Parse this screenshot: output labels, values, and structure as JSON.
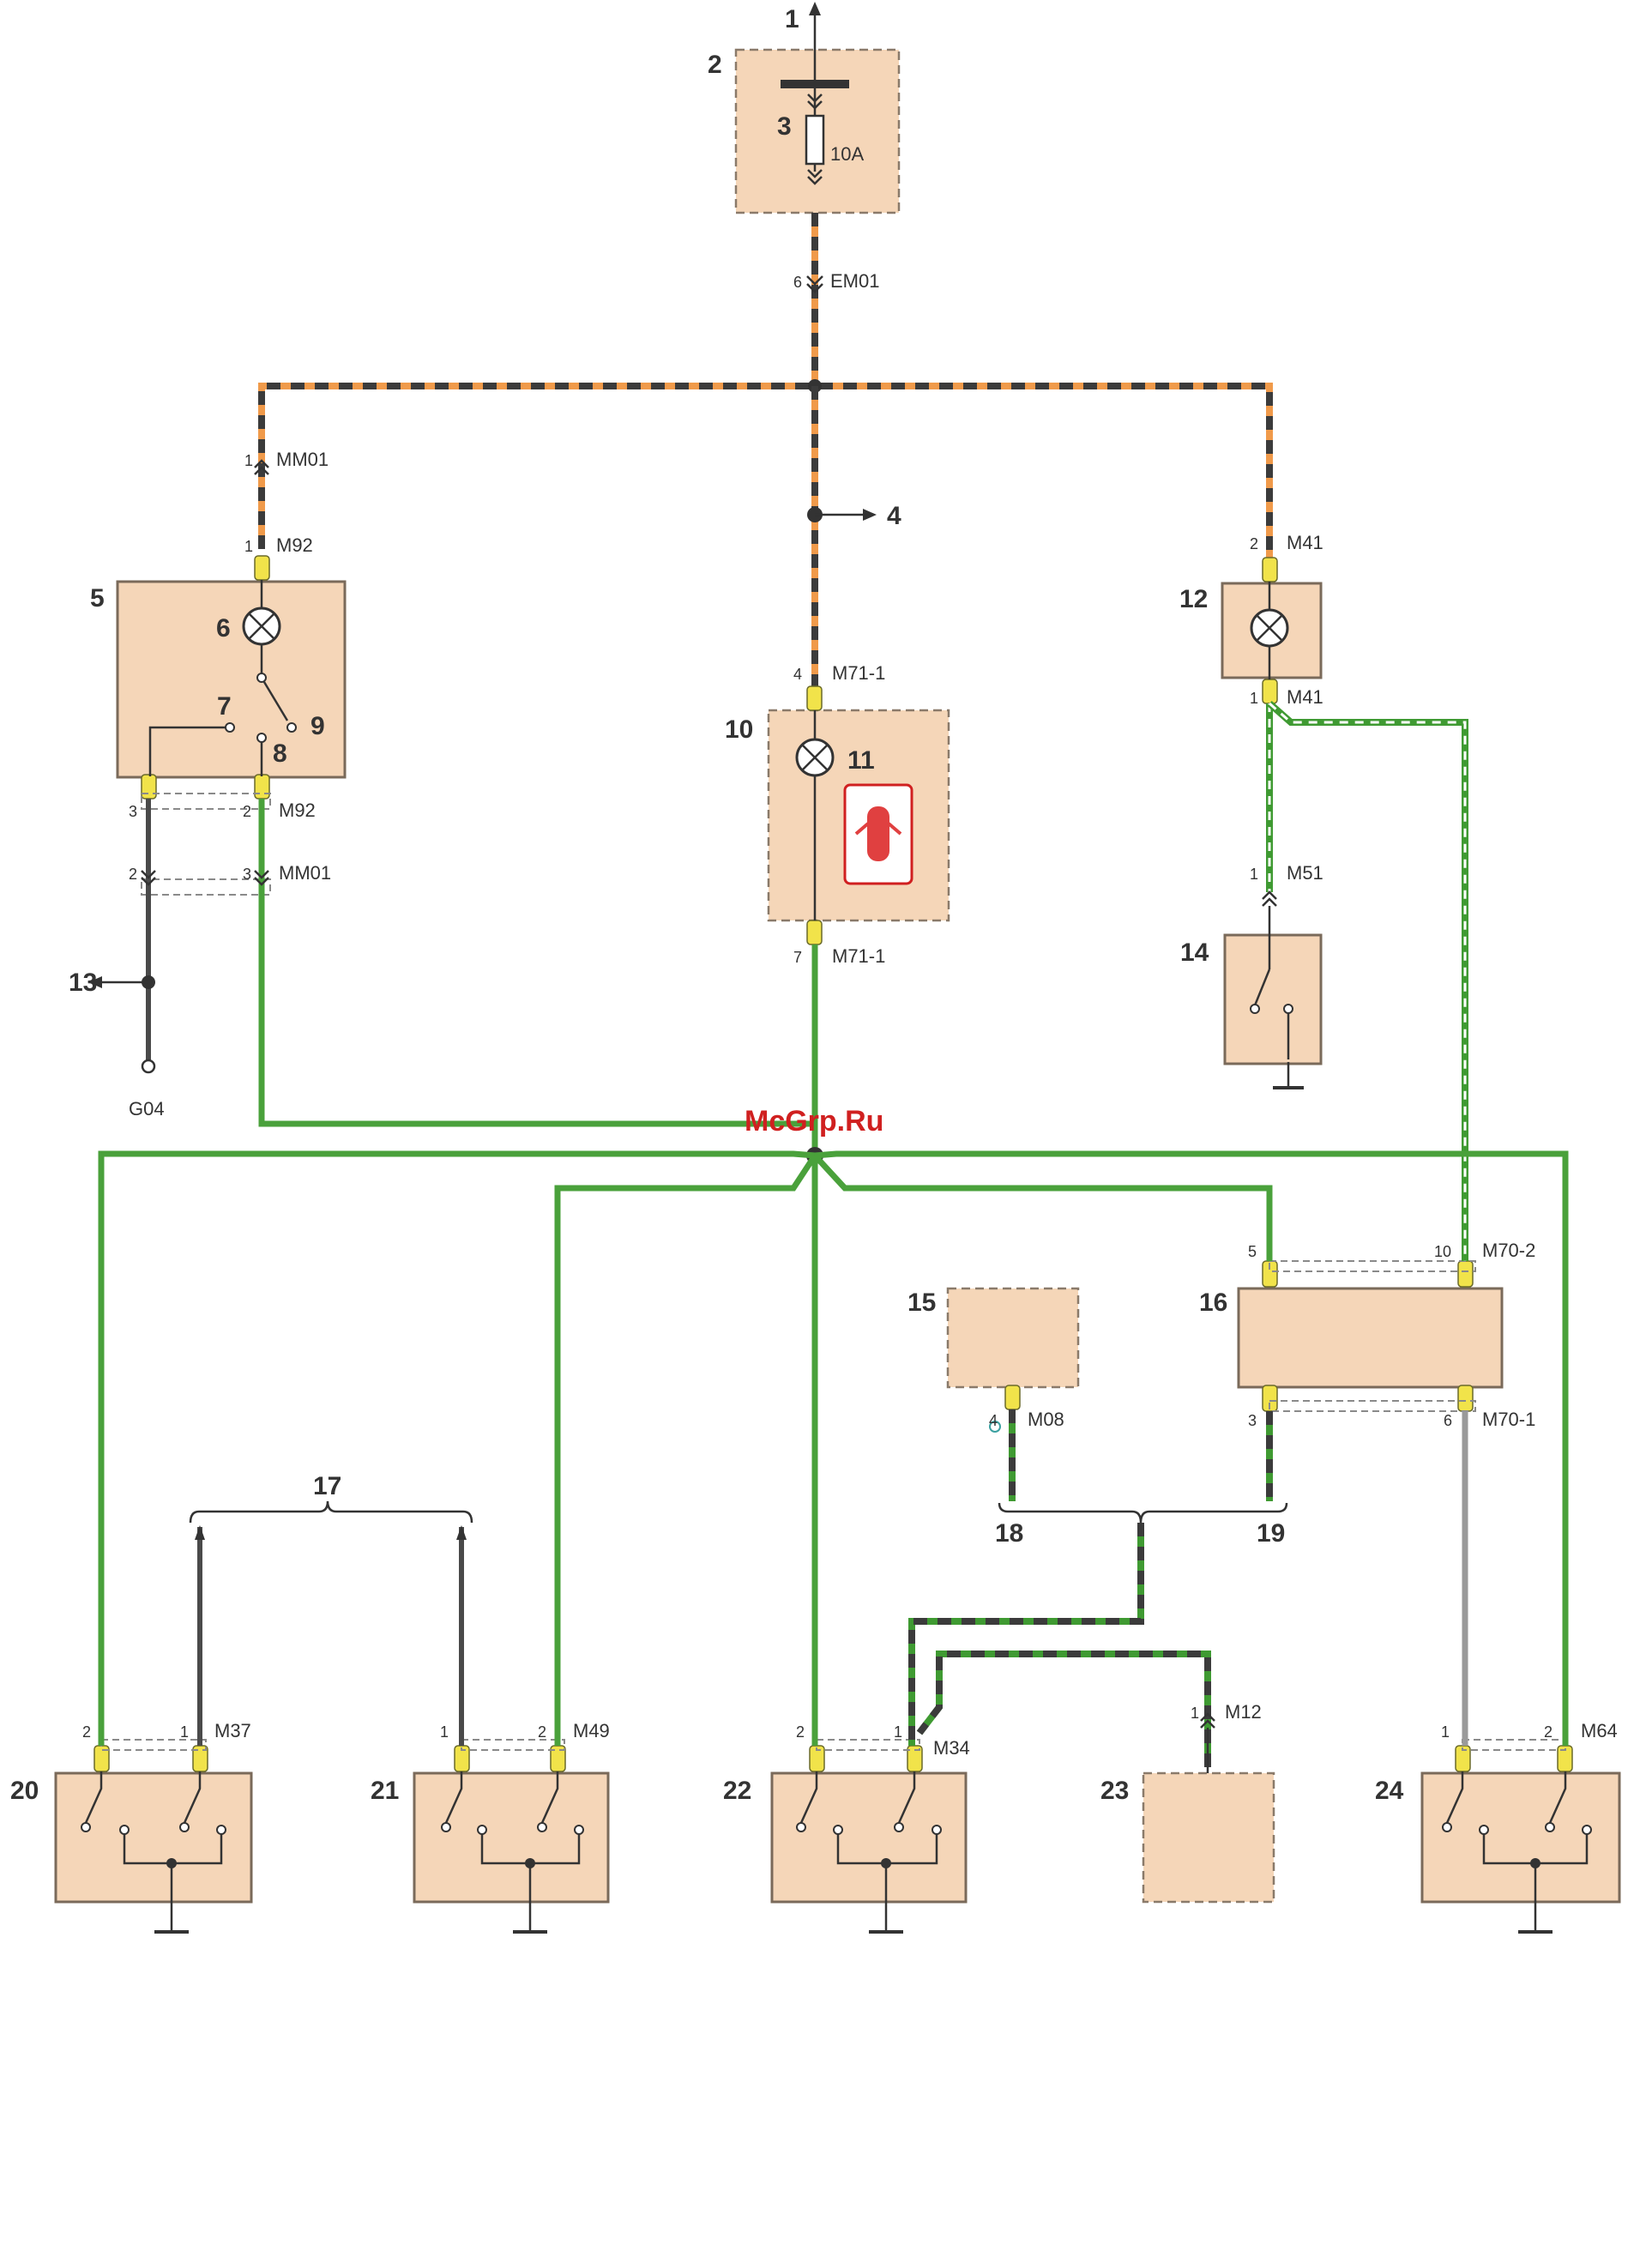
{
  "labels": {
    "n1": "1",
    "n2": "2",
    "n3": "3",
    "n4": "4",
    "n5": "5",
    "n6": "6",
    "n7": "7",
    "n8": "8",
    "n9": "9",
    "n10": "10",
    "n11": "11",
    "n12": "12",
    "n13": "13",
    "n14": "14",
    "n15": "15",
    "n16": "16",
    "n17": "17",
    "n18": "18",
    "n19": "19",
    "n20": "20",
    "n21": "21",
    "n22": "22",
    "n23": "23",
    "n24": "24"
  },
  "fuse": {
    "rating": "10A"
  },
  "connectors": {
    "em01": "EM01",
    "mm01_top": "MM01",
    "m92_top": "M92",
    "m92_bot": "M92",
    "mm01_bot": "MM01",
    "m71_top": "M71-1",
    "m71_bot": "M71-1",
    "m41_top": "M41",
    "m41_bot": "M41",
    "m51": "M51",
    "g04": "G04",
    "m70_2": "M70-2",
    "m70_1": "M70-1",
    "m08": "M08",
    "m37": "M37",
    "m49": "M49",
    "m34": "M34",
    "m12": "M12",
    "m64": "M64"
  },
  "pins": {
    "em01": "6",
    "mm01_top": "1",
    "m92_top": "1",
    "m92_a": "3",
    "m92_b": "2",
    "mm01_a": "2",
    "mm01_b": "3",
    "m71_top": "4",
    "m71_bot": "7",
    "m41_top": "2",
    "m41_bot": "1",
    "m51": "1",
    "m70_5": "5",
    "m70_10": "10",
    "m70_3": "3",
    "m70_6": "6",
    "m08": "4",
    "m37_a": "2",
    "m37_b": "1",
    "m49_a": "1",
    "m49_b": "2",
    "m34_a": "2",
    "m34_b": "1",
    "m12": "1",
    "m64_a": "1",
    "m64_b": "2"
  },
  "watermark": "McGrp.Ru",
  "colors": {
    "orange": "#f09a4a",
    "green": "#4aa13b",
    "box": "#f5d6b8",
    "connector": "#f1e34a",
    "watermark": "#d02020"
  }
}
